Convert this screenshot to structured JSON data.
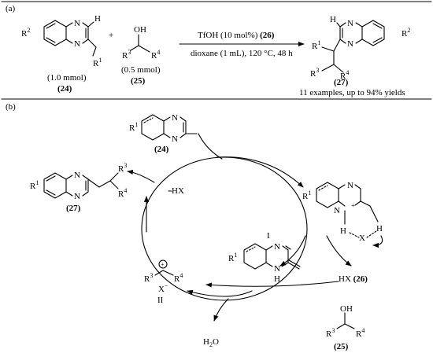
{
  "panel_a": {
    "label": "(a)",
    "reactant1": {
      "substituent_main": "R",
      "substituent_main_sup": "2",
      "ring_h": "H",
      "side": "R",
      "side_sup": "1",
      "amount": "(1.0 mmol)",
      "compound_no": "(24)"
    },
    "plus": "+",
    "reactant2": {
      "oh": "OH",
      "r3": "R",
      "r3_sup": "3",
      "r4": "R",
      "r4_sup": "4",
      "amount": "(0.5 mmol)",
      "compound_no": "(25)"
    },
    "conditions_line1_pre": "TfOH (10 mol%) ",
    "conditions_line1_ref": "(26)",
    "conditions_line2": "dioxane (1 mL), 120 °C, 48 h",
    "product": {
      "ring_h": "H",
      "r1": "R",
      "r1_sup": "1",
      "r2": "R",
      "r2_sup": "2",
      "r3": "R",
      "r3_sup": "3",
      "r4": "R",
      "r4_sup": "4",
      "compound_no": "(27)",
      "scope": "11 examples, up to 94% yields"
    }
  },
  "panel_b": {
    "label": "(b)",
    "top_compound": {
      "r": "R",
      "r_sup": "1",
      "no": "(24)"
    },
    "product": {
      "r1": "R",
      "r1_sup": "1",
      "r3": "R",
      "r3_sup": "3",
      "r4": "R",
      "r4_sup": "4",
      "no": "(27)"
    },
    "hx_left": "HX",
    "activated": {
      "r": "R",
      "r_sup": "1",
      "n": "N",
      "plus": "+",
      "h1": "H",
      "x": "X",
      "h2": "H"
    },
    "enamine": {
      "r": "R",
      "r_sup": "1",
      "label": "I",
      "nh": "H",
      "n": "N"
    },
    "carbocation": {
      "plus": "+",
      "r3": "R",
      "r3_sup": "3",
      "r4": "R",
      "r4_sup": "4",
      "x": "X",
      "x_sup": "−",
      "label": "II"
    },
    "catalyst": {
      "text": "HX",
      "ref": "(26)"
    },
    "alcohol": {
      "oh": "OH",
      "r3": "R",
      "r3_sup": "3",
      "r4": "R",
      "r4_sup": "4",
      "no": "(25)"
    },
    "water": {
      "h": "H",
      "sub": "2",
      "o": "O"
    }
  }
}
